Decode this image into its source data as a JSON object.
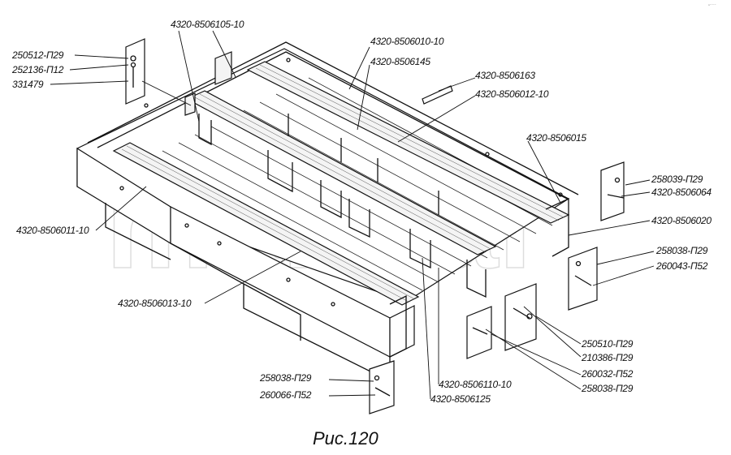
{
  "caption": "Рис.120",
  "corner_mark": "ⁿ⁻⁻⁻",
  "labels": [
    "4320-8506105-10",
    "4320-8506010-10",
    "4320-8506145",
    "4320-8506163",
    "4320-8506012-10",
    "4320-8506015",
    "258039-П29",
    "4320-8506064",
    "4320-8506020",
    "258038-П29",
    "260043-П52",
    "250510-П29",
    "210386-П29",
    "260032-П52",
    "258038-П29",
    "4320-8506110-10",
    "4320-8506125",
    "258038-П29",
    "260066-П52",
    "4320-8506013-10",
    "4320-8506011-10",
    "250512-П29",
    "252136-П12",
    "331479"
  ]
}
